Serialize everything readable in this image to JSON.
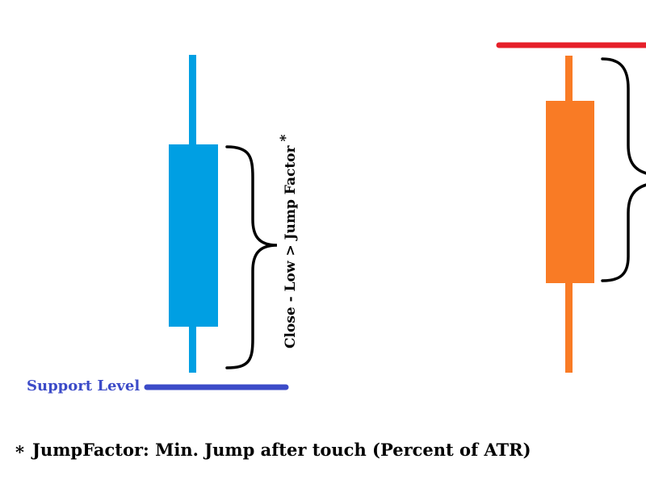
{
  "colors": {
    "bullish_candle": "#009fe3",
    "bearish_candle": "#f97b25",
    "support_line": "#3c4bc8",
    "resistance_line": "#e6202a",
    "brace": "#000000",
    "text": "#000000"
  },
  "labels": {
    "support_level": "Support Level",
    "brace_label": "Close - Low > Jump Factor",
    "brace_asterisk": "*"
  },
  "footnote": {
    "marker": "*",
    "text": "JumpFactor: Min. Jump after touch (Percent of ATR)"
  }
}
